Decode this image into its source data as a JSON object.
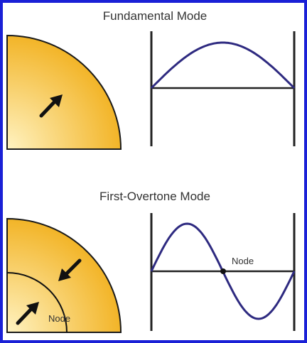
{
  "titles": {
    "fundamental": "Fundamental Mode",
    "overtone": "First-Overtone Mode"
  },
  "labels": {
    "node_wave": "Node",
    "node_disc": "Node"
  },
  "colors": {
    "frame": "#1a20d6",
    "fill_light": "#fde9a8",
    "fill_dark": "#f2b31f",
    "outline": "#1a1a1a",
    "wave": "#2e2a80"
  }
}
